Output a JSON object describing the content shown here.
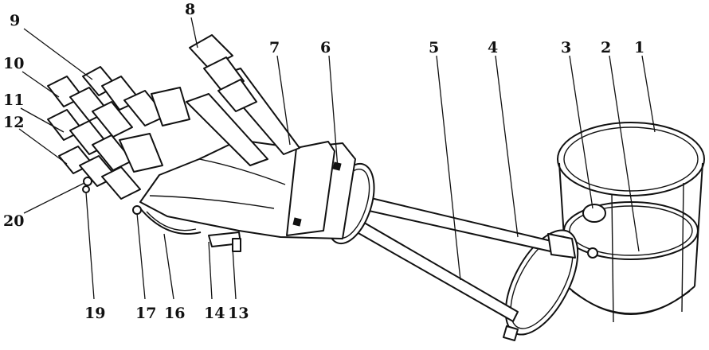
{
  "labels": [
    {
      "id": "1",
      "text": "1"
    },
    {
      "id": "2",
      "text": "2"
    },
    {
      "id": "3",
      "text": "3"
    },
    {
      "id": "4",
      "text": "4"
    },
    {
      "id": "5",
      "text": "5"
    },
    {
      "id": "6",
      "text": "6"
    },
    {
      "id": "7",
      "text": "7"
    },
    {
      "id": "8",
      "text": "8"
    },
    {
      "id": "9",
      "text": "9"
    },
    {
      "id": "10",
      "text": "10"
    },
    {
      "id": "11",
      "text": "11"
    },
    {
      "id": "12",
      "text": "12"
    },
    {
      "id": "13",
      "text": "13"
    },
    {
      "id": "14",
      "text": "14"
    },
    {
      "id": "16",
      "text": "16"
    },
    {
      "id": "17",
      "text": "17"
    },
    {
      "id": "19",
      "text": "19"
    },
    {
      "id": "20",
      "text": "20"
    }
  ]
}
